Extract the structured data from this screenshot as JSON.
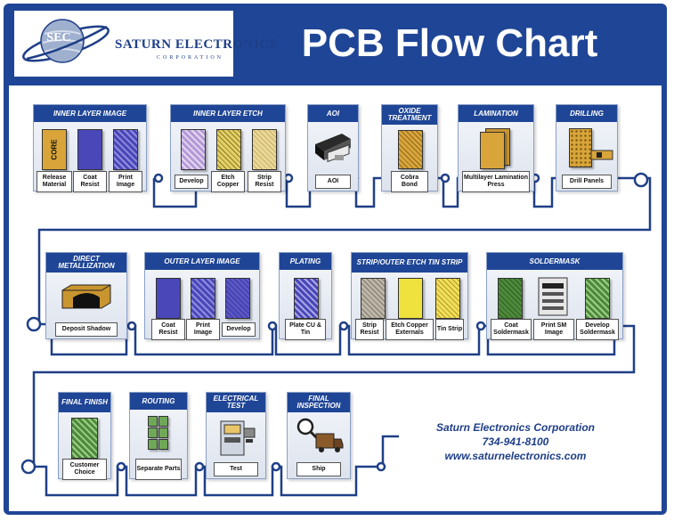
{
  "header": {
    "logo_mark": "SEC",
    "company_name": "SATURN ELECTRONICS",
    "company_sub": "CORPORATION",
    "title": "PCB  Flow Chart"
  },
  "stages": {
    "inner_layer_image": {
      "title": "INNER LAYER IMAGE",
      "steps": [
        "Release Material",
        "Coat Resist",
        "Print Image"
      ]
    },
    "inner_layer_etch": {
      "title": "INNER LAYER ETCH",
      "steps": [
        "Develop",
        "Etch Copper",
        "Strip Resist"
      ]
    },
    "aoi": {
      "title": "AOI",
      "steps": [
        "AOI"
      ]
    },
    "oxide": {
      "title": "OXIDE TREATMENT",
      "steps": [
        "Cobra Bond"
      ]
    },
    "lamination": {
      "title": "LAMINATION",
      "steps": [
        "Multilayer Lamination Press"
      ]
    },
    "drilling": {
      "title": "DRILLING",
      "steps": [
        "Drill Panels"
      ]
    },
    "direct_metallization": {
      "title": "DIRECT METALLIZATION",
      "steps": [
        "Deposit Shadow"
      ]
    },
    "outer_layer_image": {
      "title": "OUTER LAYER IMAGE",
      "steps": [
        "Coat Resist",
        "Print Image",
        "Develop"
      ]
    },
    "plating": {
      "title": "PLATING",
      "steps": [
        "Plate CU & Tin"
      ]
    },
    "strip_outer_etch": {
      "title": "STRIP/OUTER ETCH TIN STRIP",
      "steps": [
        "Strip Resist",
        "Etch Copper Externals",
        "Tin Strip"
      ]
    },
    "soldermask": {
      "title": "SOLDERMASK",
      "steps": [
        "Coat Soldermask",
        "Print SM Image",
        "Develop Soldermask"
      ]
    },
    "final_finish": {
      "title": "FINAL FINISH",
      "steps": [
        "Customer Choice"
      ]
    },
    "routing": {
      "title": "ROUTING",
      "steps": [
        "Separate Parts"
      ]
    },
    "electrical_test": {
      "title": "ELECTRICAL TEST",
      "steps": [
        "Test"
      ]
    },
    "final_inspection": {
      "title": "FINAL INSPECTION",
      "steps": [
        "Ship"
      ]
    }
  },
  "core_label": "CORE",
  "contact": {
    "name": "Saturn Electronics Corporation",
    "phone": "734-941-8100",
    "web": "www.saturnelectronics.com"
  },
  "colors": {
    "frame_blue": "#1f4596",
    "copper": "#d9a53a",
    "resist_blue": "#4a47b8",
    "develop_purple": "#b59ad6",
    "etch_gold": "#e3cf63",
    "strip_tan": "#ead79a",
    "strip_gray": "#bdb6a8",
    "etch_yellow": "#efe23e",
    "tin_yellow": "#f1df5a",
    "soldermask_green": "#4e8a3c"
  }
}
